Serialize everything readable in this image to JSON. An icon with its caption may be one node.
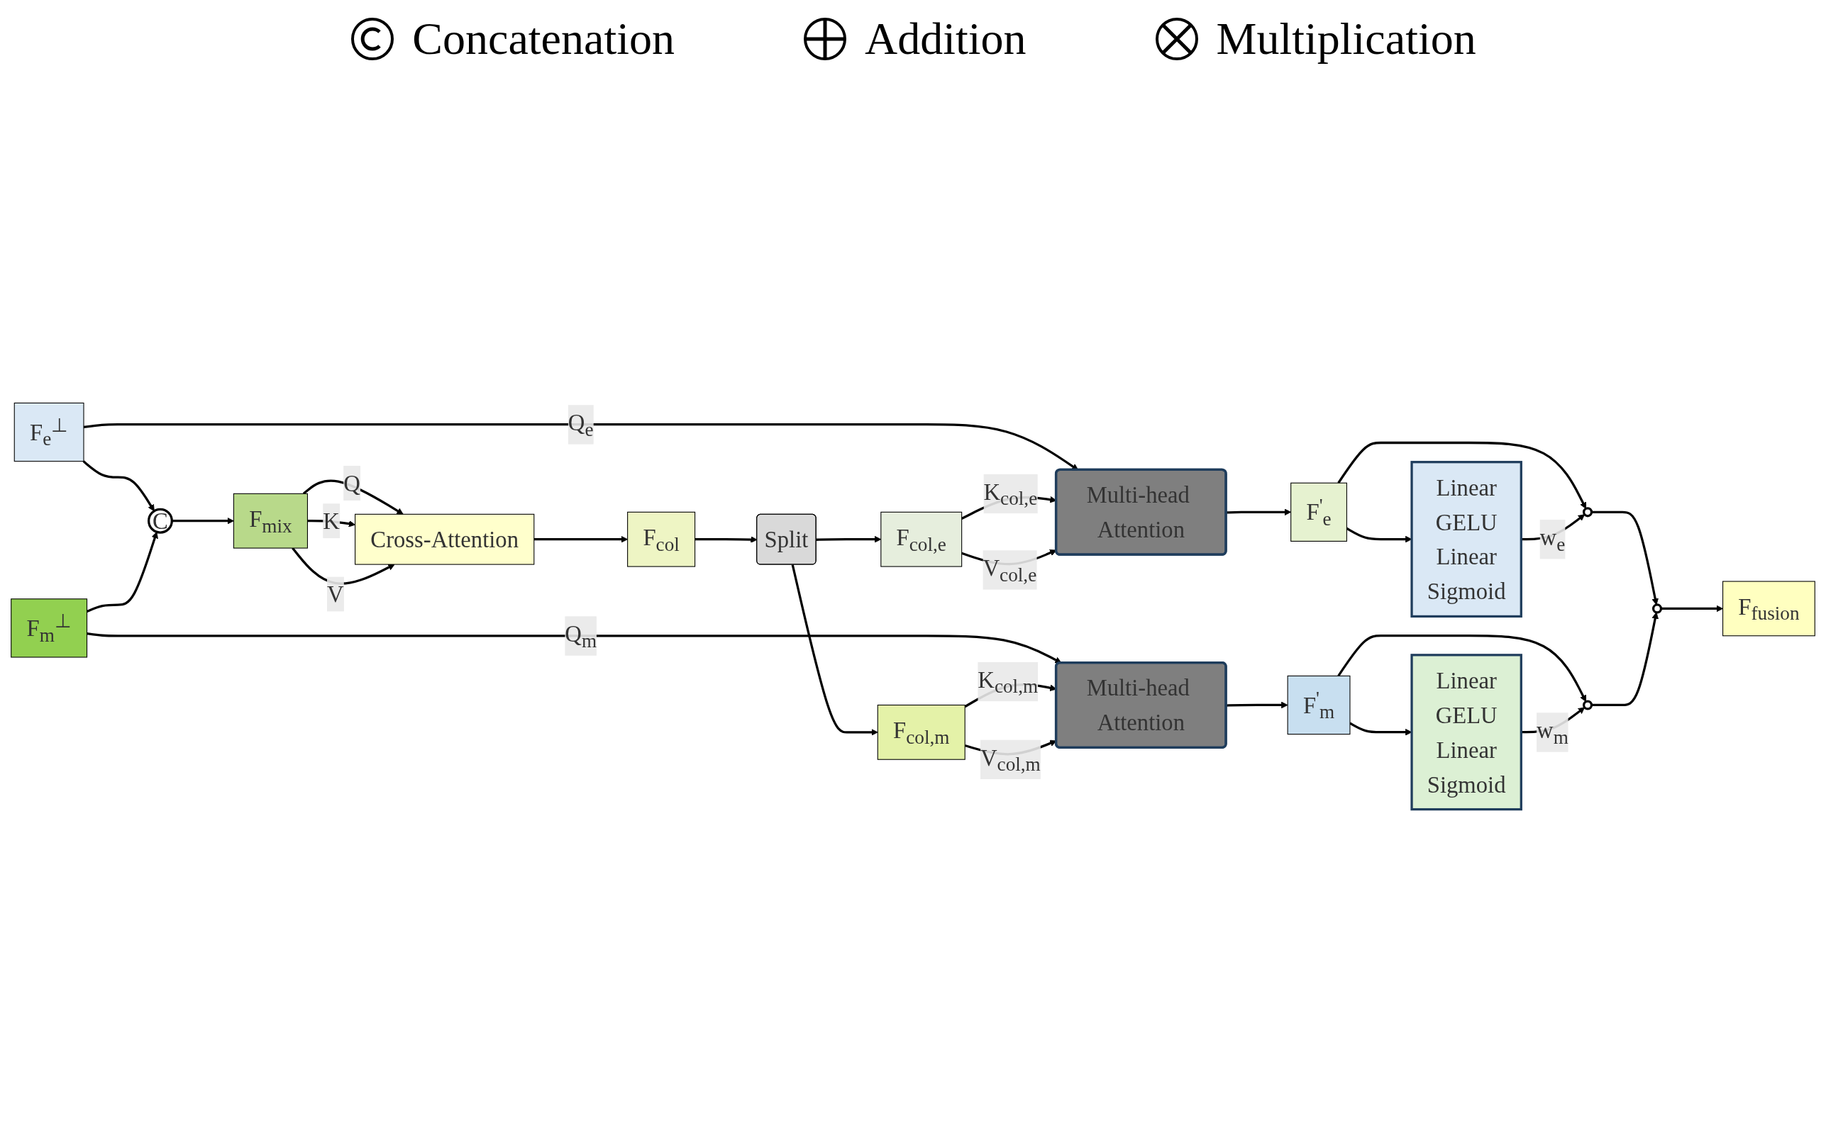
{
  "diagram": {
    "nodes": [
      {
        "text": [
          "F$_{e}$$^{⊥}$"
        ]
      },
      {
        "text": [
          "F$_{m}$$^{⊥}$"
        ]
      },
      {
        "text": [
          "C"
        ]
      },
      {
        "text": [
          "F$_{mix}$"
        ]
      },
      {
        "text": [
          "Cross-Attention"
        ]
      },
      {
        "text": [
          "F$_{col}$"
        ]
      },
      {
        "text": [
          "Split"
        ]
      },
      {
        "text": [
          "F$_{col,e}$"
        ]
      },
      {
        "text": [
          "F$_{col,m}$"
        ]
      },
      {
        "text": [
          "Multi-head Attention"
        ]
      },
      {
        "text": [
          "Multi-head Attention"
        ]
      },
      {
        "text": [
          "F$^{'}$$_{e}$"
        ]
      },
      {
        "text": [
          "F$^{'}$$_{m}$"
        ]
      },
      {
        "text": [
          "Linear",
          "GELU",
          "Linear",
          "Sigmoid"
        ]
      },
      {
        "text": [
          "Linear",
          "GELU",
          "Linear",
          "Sigmoid"
        ]
      },
      {
        "text": [],
        "shape": "circle"
      },
      {
        "text": [],
        "shape": "circle"
      },
      {
        "text": [],
        "shape": "circle"
      },
      {
        "text": [
          "F$_{fusion}$"
        ]
      }
    ],
    "edges": [
      {
        "from": 0,
        "to": 9,
        "label": "Q$_{e}$",
        "arrow": "to"
      },
      {
        "from": 0,
        "to": 2,
        "arrow": "to"
      },
      {
        "from": 1,
        "to": 10,
        "label": "Q$_{m}$",
        "arrow": "to"
      },
      {
        "from": 1,
        "to": 2,
        "arrow": "to"
      },
      {
        "from": 2,
        "to": 3,
        "arrow": "to"
      },
      {
        "from": 3,
        "to": 4,
        "label": "Q",
        "arrow": "to"
      },
      {
        "from": 3,
        "to": 4,
        "label": "K",
        "arrow": "to"
      },
      {
        "from": 3,
        "to": 4,
        "label": "V",
        "arrow": "to"
      },
      {
        "from": 4,
        "to": 5,
        "arrow": "to"
      },
      {
        "from": 5,
        "to": 6,
        "arrow": "to"
      },
      {
        "from": 6,
        "to": 7,
        "arrow": "to"
      },
      {
        "from": 6,
        "to": 8,
        "arrow": "to"
      },
      {
        "from": 7,
        "to": 9,
        "label": "K$_{col,e}$",
        "arrow": "to"
      },
      {
        "from": 7,
        "to": 9,
        "label": "V$_{col,e}$",
        "arrow": "to"
      },
      {
        "from": 8,
        "to": 10,
        "label": "K$_{col,m}$",
        "arrow": "to"
      },
      {
        "from": 8,
        "to": 10,
        "label": "V$_{col,m}$",
        "arrow": "to"
      },
      {
        "from": 9,
        "to": 11,
        "arrow": "to"
      },
      {
        "from": 10,
        "to": 12,
        "arrow": "to"
      },
      {
        "from": 11,
        "to": 13,
        "arrow": "to"
      },
      {
        "from": 11,
        "to": 15,
        "arrow": "to"
      },
      {
        "from": 13,
        "to": 15,
        "label": "w$_{e}$",
        "arrow": "to"
      },
      {
        "from": 12,
        "to": 14,
        "arrow": "to"
      },
      {
        "from": 12,
        "to": 16,
        "arrow": "to"
      },
      {
        "from": 14,
        "to": 16,
        "label": "w$_{m}$",
        "arrow": "to"
      },
      {
        "from": 15,
        "to": 17,
        "arrow": "to"
      },
      {
        "from": 16,
        "to": 17,
        "arrow": "to"
      },
      {
        "from": 17,
        "to": 18,
        "arrow": "to"
      }
    ],
    "legend": [
      {
        "text": "Concatenation"
      },
      {
        "text": "Addition"
      },
      {
        "text": "Multiplication"
      }
    ]
  }
}
